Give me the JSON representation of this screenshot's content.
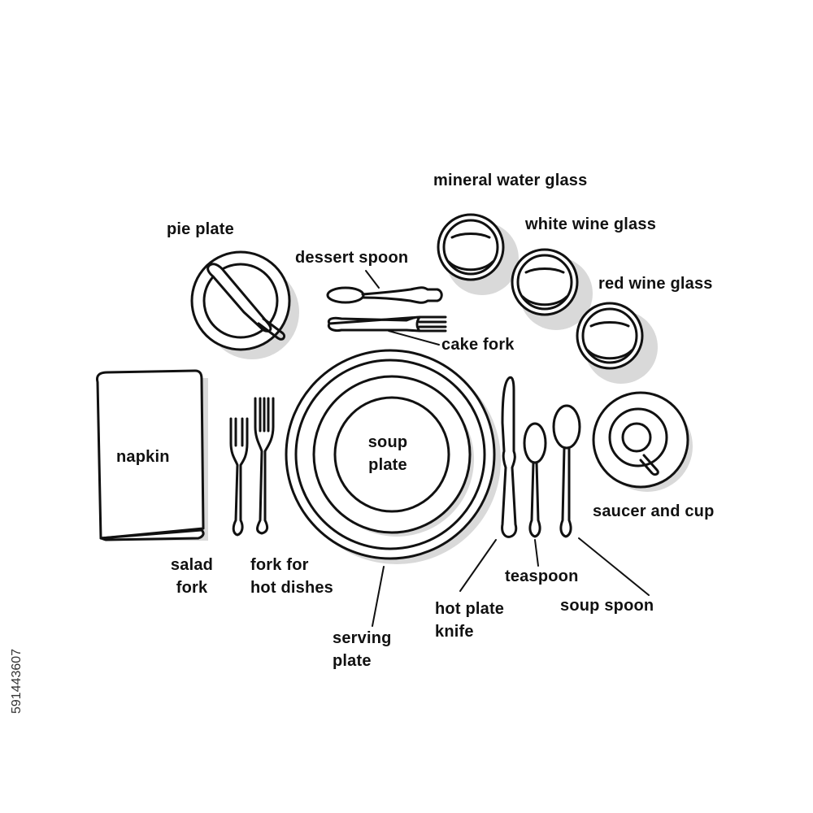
{
  "labels": {
    "mineral_water_glass": "mineral water glass",
    "white_wine_glass": "white wine glass",
    "red_wine_glass": "red wine glass",
    "pie_plate": "pie plate",
    "dessert_spoon": "dessert spoon",
    "cake_fork": "cake fork",
    "napkin": "napkin",
    "soup_plate_line1": "soup",
    "soup_plate_line2": "plate",
    "saucer_and_cup": "saucer and cup",
    "salad_fork_line1": "salad",
    "salad_fork_line2": "fork",
    "fork_hot_line1": "fork for",
    "fork_hot_line2": "hot dishes",
    "serving_plate_line1": "serving",
    "serving_plate_line2": "plate",
    "hot_plate_knife_line1": "hot plate",
    "hot_plate_knife_line2": "knife",
    "teaspoon": "teaspoon",
    "soup_spoon": "soup spoon"
  },
  "stock_id": "591443607",
  "colors": {
    "line": "#111111",
    "shadow": "#d9d9d9",
    "background": "#ffffff"
  }
}
